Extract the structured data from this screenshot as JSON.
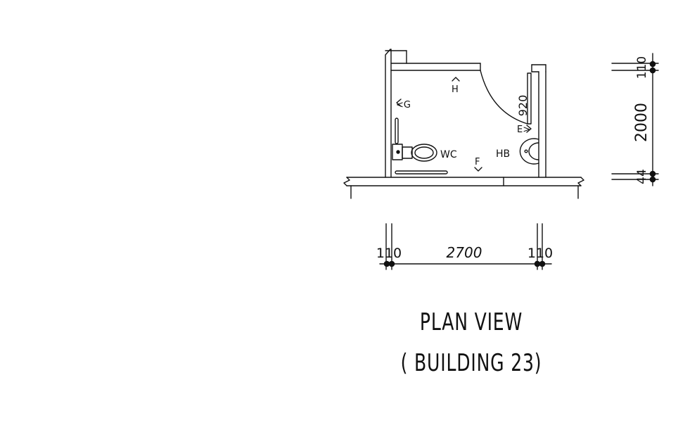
{
  "labels": {
    "g": "<G",
    "h": "H",
    "e": "E>",
    "f": "F",
    "wc": "WC",
    "hb": "HB"
  },
  "dimensions": {
    "door": "920",
    "top_offset": "110",
    "height": "2000",
    "bottom_offset": "44",
    "left_wall": "110",
    "width": "2700",
    "right_wall": "110"
  },
  "title": {
    "line1": "PLAN VIEW",
    "line2": "( BUILDING 23)"
  }
}
